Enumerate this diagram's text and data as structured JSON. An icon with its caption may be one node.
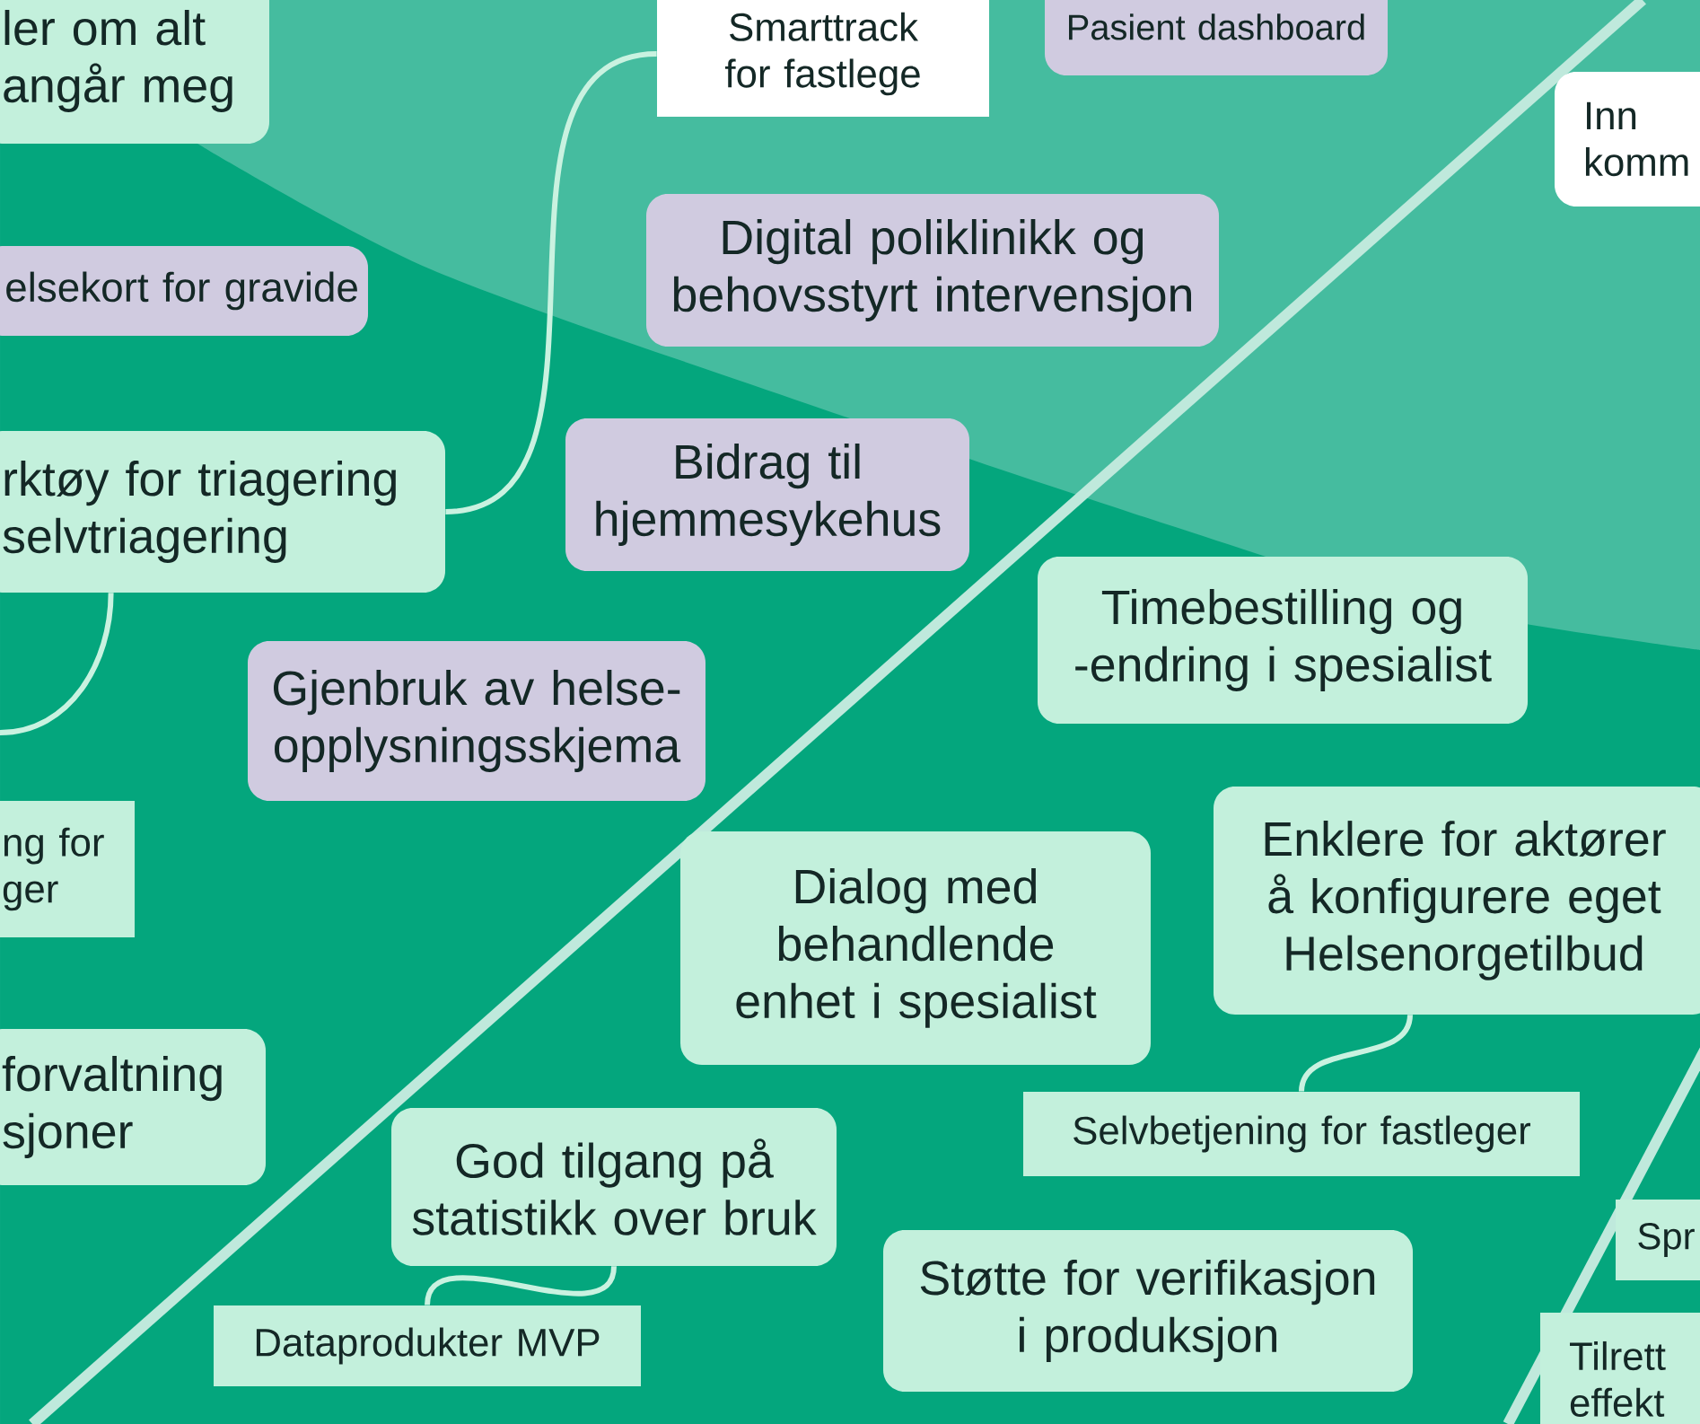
{
  "diagram": {
    "nodes": [
      {
        "text": [
          "ler om alt angår meg"
        ]
      },
      {
        "text": [
          "Smarttrack for fastlege"
        ]
      },
      {
        "text": [
          "Pasient dashboard"
        ]
      },
      {
        "text": [
          "Inn komm"
        ]
      },
      {
        "text": [
          "elsekort for gravide"
        ]
      },
      {
        "text": [
          "Digital poliklinikk og behovsstyrt intervensjon"
        ]
      },
      {
        "text": [
          "rktøy for triagering selvtriagering"
        ]
      },
      {
        "text": [
          "Bidrag til hjemmesykehus"
        ]
      },
      {
        "text": [
          "Timebestilling og -endring i spesialist"
        ]
      },
      {
        "text": [
          "Gjenbruk av helse- opplysningsskjema"
        ]
      },
      {
        "text": [
          "ng for ger"
        ]
      },
      {
        "text": [
          "Dialog med behandlende enhet i spesialist"
        ]
      },
      {
        "text": [
          "Enklere for aktører å konfigurere eget Helsenorgetilbud"
        ]
      },
      {
        "text": [
          "forvaltning sjoner"
        ]
      },
      {
        "text": [
          "Selvbetjening for fastleger"
        ]
      },
      {
        "text": [
          "God tilgang på statistikk over bruk"
        ]
      },
      {
        "text": [
          "Spr"
        ]
      },
      {
        "text": [
          "Dataprodukter MVP"
        ]
      },
      {
        "text": [
          "Støtte for verifikasjon i produksjon"
        ]
      },
      {
        "text": [
          "Tilrett effekt"
        ]
      }
    ],
    "edges": [
      {
        "from": 6,
        "to": 1,
        "arrow": "none"
      },
      {
        "from": 6,
        "to": null,
        "arrow": "none"
      },
      {
        "from": 12,
        "to": 14,
        "arrow": "none"
      },
      {
        "from": 15,
        "to": 17,
        "arrow": "none"
      }
    ]
  }
}
